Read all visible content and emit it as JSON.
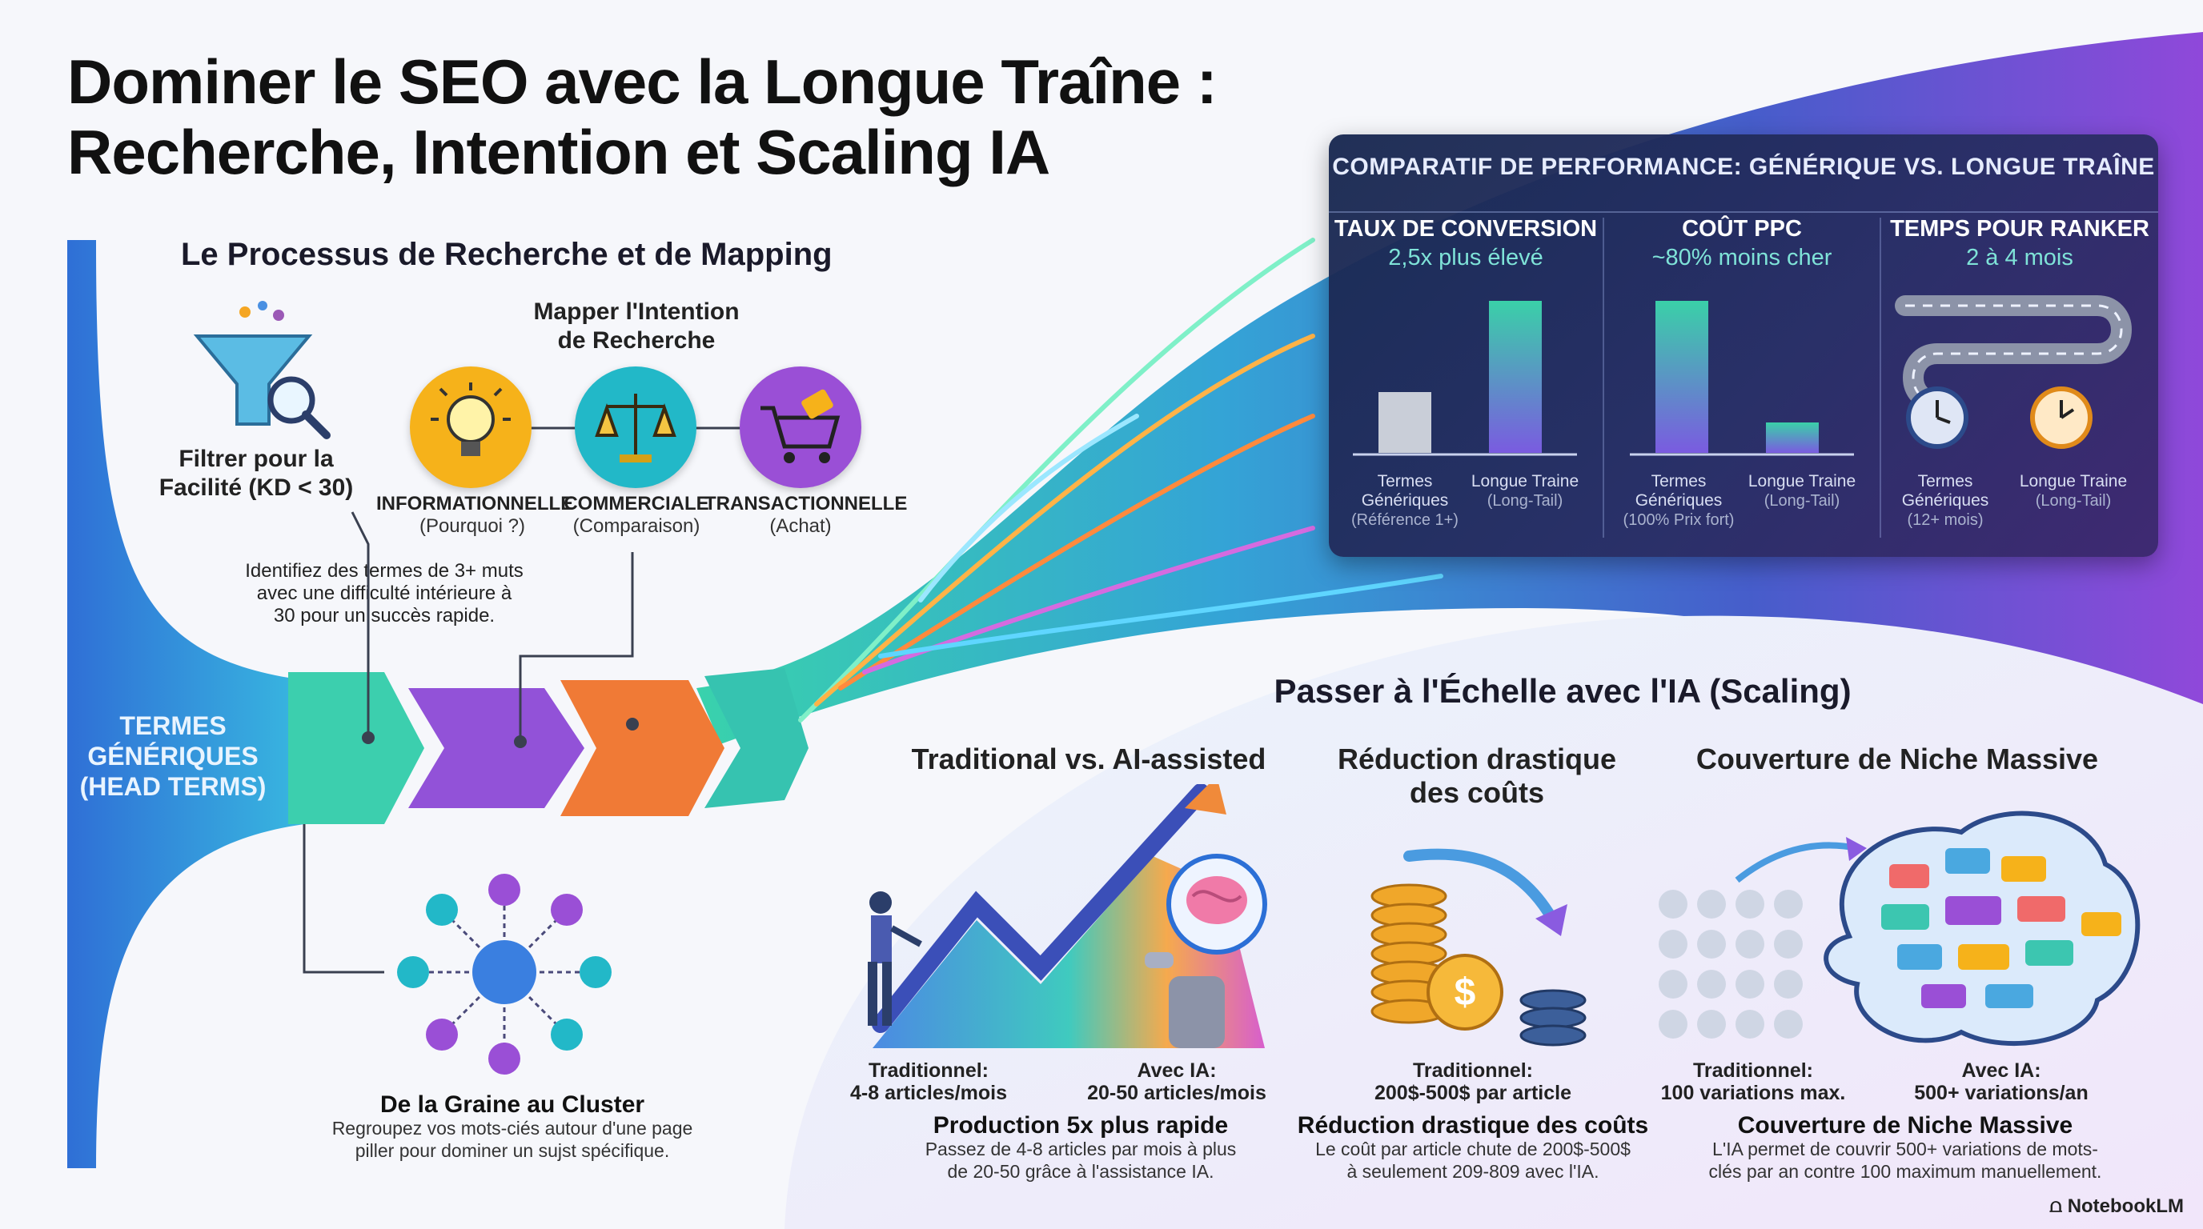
{
  "title": {
    "line1": "Dominer le SEO avec la Longue Traîne :",
    "line2": "Recherche, Intention et Scaling IA"
  },
  "funnel": {
    "label_line1": "TERMES",
    "label_line2": "GÉNÉRIQUES",
    "label_line3": "(HEAD TERMS)"
  },
  "process": {
    "heading": "Le Processus de Recherche et de Mapping",
    "filter": {
      "line1": "Filtrer pour la",
      "line2": "Facilité (KD < 30)"
    },
    "filter_desc": {
      "line1": "Identifiez des termes de 3+ muts",
      "line2": "avec une difficulté intérieure à",
      "line3": "30 pour un succès rapide."
    },
    "intent_heading": {
      "line1": "Mapper l'Intention",
      "line2": "de Recherche"
    },
    "intents": [
      {
        "label": "INFORMATIONNELLE",
        "sub": "(Pourquoi ?)",
        "color": "#f6b21a",
        "icon": "lightbulb-icon"
      },
      {
        "label": "COMMERCIALE",
        "sub": "(Comparaison)",
        "color": "#22b8c8",
        "icon": "scales-icon"
      },
      {
        "label": "TRANSACTIONNELLE",
        "sub": "(Achat)",
        "color": "#9a4fd6",
        "icon": "cart-icon"
      }
    ],
    "cluster": {
      "title": "De la Graine au Cluster",
      "desc_line1": "Regroupez vos mots-ciés autour d'une page",
      "desc_line2": "piller pour dominer un sujst spécifique."
    }
  },
  "comparison": {
    "title": "COMPARATIF DE PERFORMANCE: GÉNÉRIQUE VS. LONGUE TRAÎNE",
    "columns": [
      {
        "header": "TAUX DE CONVERSION",
        "sub": "2,5x plus élevé",
        "a_line1": "Termes",
        "a_line2": "Génériques",
        "a_line3": "(Référence 1+)",
        "b_line1": "Longue Traine",
        "b_line2": "(Long-Tail)"
      },
      {
        "header": "COÛT PPC",
        "sub": "~80% moins cher",
        "a_line1": "Termes",
        "a_line2": "Génériques",
        "a_line3": "(100% Prix fort)",
        "b_line1": "Longue Traine",
        "b_line2": "(Long-Tail)"
      },
      {
        "header": "TEMPS POUR RANKER",
        "sub": "2 à 4 mois",
        "a_line1": "Termes",
        "a_line2": "Génériques",
        "a_line3": "(12+ mois)",
        "b_line1": "Longue Traine",
        "b_line2": "(Long-Tail)"
      }
    ]
  },
  "chart_data": [
    {
      "type": "bar",
      "categories": [
        "Termes Génériques",
        "Longue Traine"
      ],
      "values": [
        1,
        2.5
      ],
      "title": "TAUX DE CONVERSION"
    },
    {
      "type": "bar",
      "categories": [
        "Termes Génériques",
        "Longue Traine"
      ],
      "values": [
        100,
        20
      ],
      "title": "COÛT PPC"
    }
  ],
  "scaling": {
    "heading": "Passer à l'Échelle avec l'IA (Scaling)",
    "cards": [
      {
        "title": "Traditional vs. AI-assisted",
        "left_line1": "Traditionnel:",
        "left_line2": "4-8 articles/mois",
        "right_line1": "Avec IA:",
        "right_line2": "20-50 articles/mois",
        "bottom_title": "Production 5x plus rapide",
        "desc_line1": "Passez de 4-8 articles par mois à plus",
        "desc_line2": "de 20-50 grâce à l'assistance IA."
      },
      {
        "title_line1": "Réduction drastique",
        "title_line2": "des coûts",
        "left_line1": "Traditionnel:",
        "left_line2": "200$-500$ par article",
        "bottom_title": "Réduction drastique des coûts",
        "desc_line1": "Le coût par article chute de 200$-500$",
        "desc_line2": "à seulement 209-809 avec l'IA."
      },
      {
        "title": "Couverture de Niche Massive",
        "left_line1": "Traditionnel:",
        "left_line2": "100 variations max.",
        "right_line1": "Avec IA:",
        "right_line2": "500+ variations/an",
        "bottom_title": "Couverture de Niche Massive",
        "desc_line1": "L'IA permet de couvrir 500+ variations de mots-",
        "desc_line2": "clés par an contre 100 maximum manuellement."
      }
    ]
  },
  "footer": {
    "brand": "NotebookLM"
  }
}
